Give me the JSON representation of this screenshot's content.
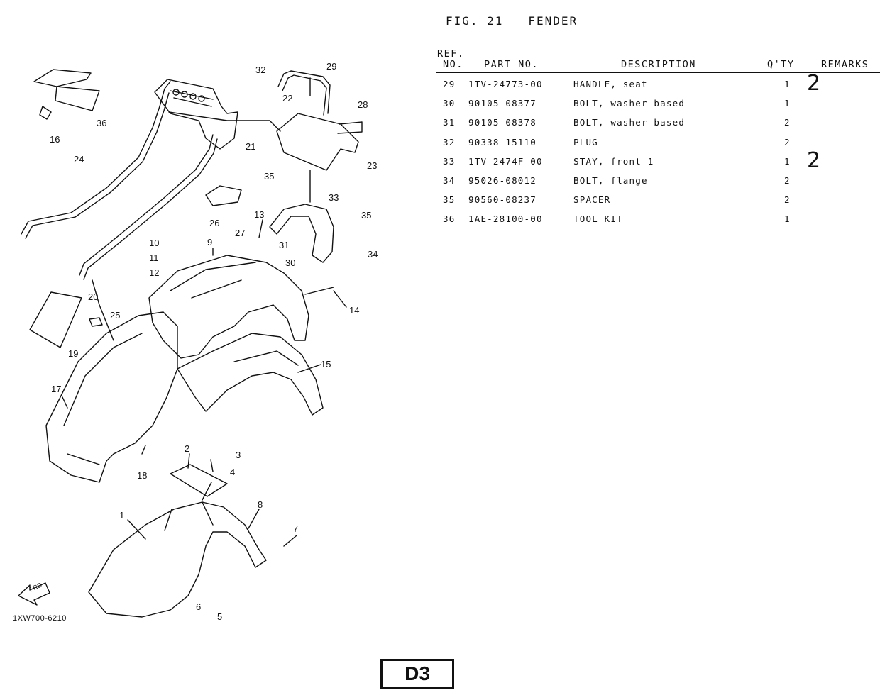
{
  "figure": {
    "title": "FIG. 21   FENDER"
  },
  "table": {
    "headers": {
      "ref_top": "REF.",
      "ref_bottom": "NO.",
      "part_no": "PART NO.",
      "description": "DESCRIPTION",
      "qty": "Q'TY",
      "remarks": "REMARKS"
    },
    "rows": [
      {
        "ref": "29",
        "part_no": "1TV-24773-00",
        "description": "HANDLE, seat",
        "qty": "1",
        "remark": "2"
      },
      {
        "ref": "30",
        "part_no": "90105-08377",
        "description": "BOLT, washer based",
        "qty": "1",
        "remark": ""
      },
      {
        "ref": "31",
        "part_no": "90105-08378",
        "description": "BOLT, washer based",
        "qty": "2",
        "remark": ""
      },
      {
        "ref": "32",
        "part_no": "90338-15110",
        "description": "PLUG",
        "qty": "2",
        "remark": ""
      },
      {
        "ref": "33",
        "part_no": "1TV-2474F-00",
        "description": "STAY, front 1",
        "qty": "1",
        "remark": "2"
      },
      {
        "ref": "34",
        "part_no": "95026-08012",
        "description": "BOLT, flange",
        "qty": "2",
        "remark": ""
      },
      {
        "ref": "35",
        "part_no": "90560-08237",
        "description": "SPACER",
        "qty": "2",
        "remark": ""
      },
      {
        "ref": "36",
        "part_no": "1AE-28100-00",
        "description": "TOOL KIT",
        "qty": "1",
        "remark": ""
      }
    ]
  },
  "diagram": {
    "callouts": [
      "1",
      "2",
      "3",
      "4",
      "5",
      "6",
      "7",
      "8",
      "9",
      "10",
      "11",
      "12",
      "13",
      "14",
      "15",
      "16",
      "17",
      "18",
      "19",
      "20",
      "21",
      "22",
      "23",
      "24",
      "25",
      "26",
      "27",
      "28",
      "29",
      "30",
      "31",
      "32",
      "33",
      "34",
      "35",
      "35",
      "36"
    ],
    "fwd_label": "FRD",
    "drawing_code": "1XW700-6210"
  },
  "page_label": "D3"
}
